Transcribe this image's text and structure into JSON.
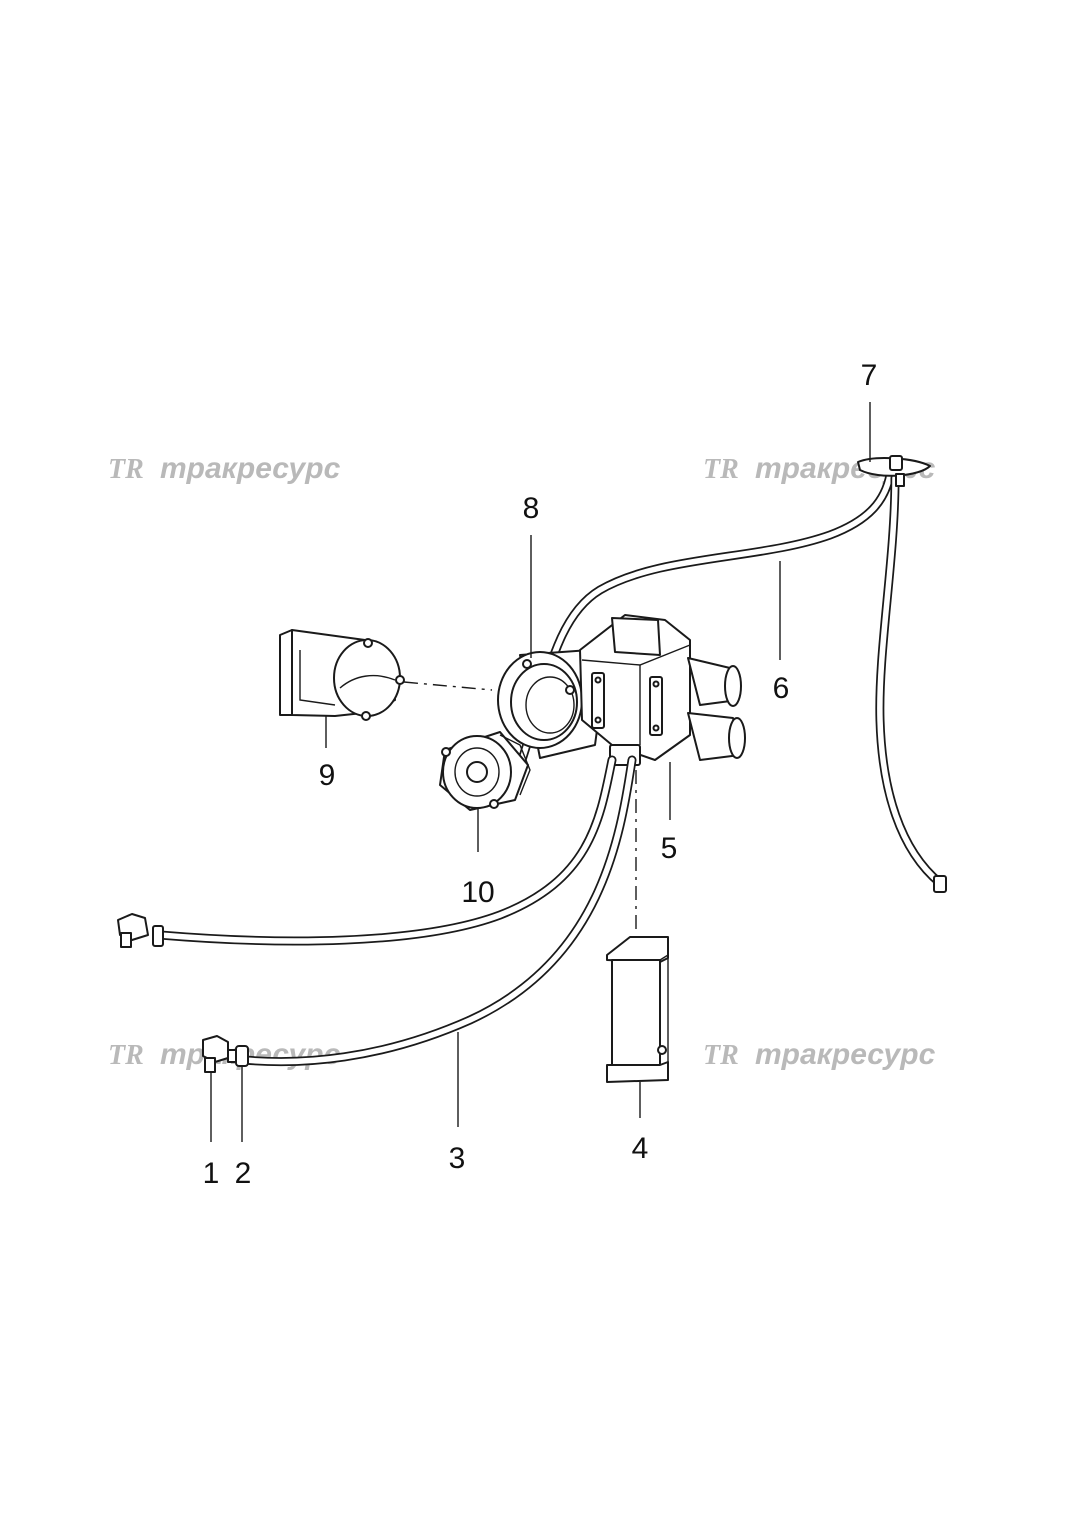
{
  "watermarks": [
    {
      "logo": "TR",
      "text": "тракресурс"
    },
    {
      "logo": "TR",
      "text": "тракресурс"
    },
    {
      "logo": "TR",
      "text": "тракресурс"
    },
    {
      "logo": "TR",
      "text": "тракресурс"
    }
  ],
  "callouts": [
    {
      "label": "1",
      "part": "fitting"
    },
    {
      "label": "2",
      "part": "hose-clamp"
    },
    {
      "label": "3",
      "part": "hose"
    },
    {
      "label": "4",
      "part": "filter-block"
    },
    {
      "label": "5",
      "part": "heater-unit"
    },
    {
      "label": "6",
      "part": "hose"
    },
    {
      "label": "7",
      "part": "valve"
    },
    {
      "label": "8",
      "part": "fan-housing"
    },
    {
      "label": "9",
      "part": "air-duct"
    },
    {
      "label": "10",
      "part": "blower-motor"
    }
  ],
  "colors": {
    "line": "#1a1a1a",
    "watermark": "#b9b9b9",
    "background": "#ffffff"
  }
}
